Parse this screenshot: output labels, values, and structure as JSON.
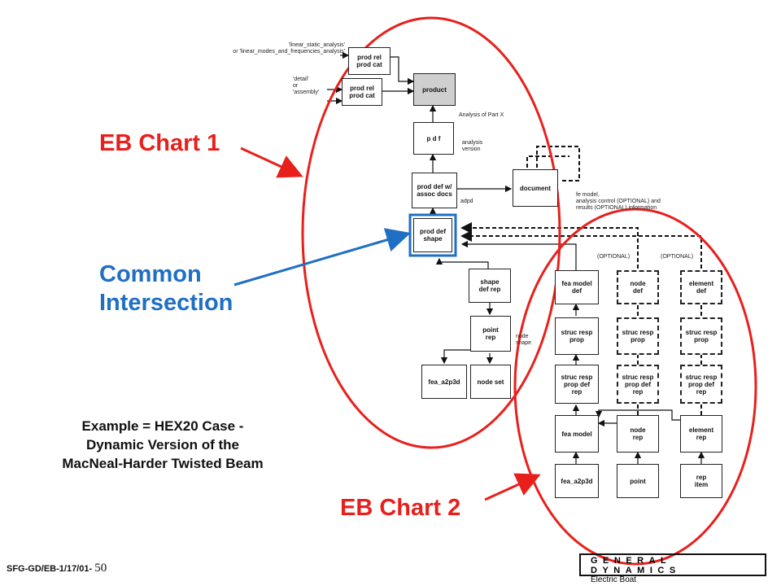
{
  "callouts": {
    "eb_chart_1": "EB Chart 1",
    "eb_chart_2": "EB Chart 2",
    "common_intersection": "Common\nIntersection"
  },
  "caption": "Example = HEX20 Case -\nDynamic Version of the\nMacNeal-Harder Twisted Beam",
  "footer": {
    "doc_id": "SFG-GD/EB-1/17/01-",
    "page": "50"
  },
  "logo": {
    "main": "GENERAL DYNAMICS",
    "sub": "Electric Boat"
  },
  "diagram": {
    "notes": {
      "analysis_type": "'linear_static_analysis'\nor 'linear_modes_and_frequencies_analysis'",
      "detail_assembly": "'detail'\nor\n'assembly'",
      "analysis_of_part": "Analysis of Part X",
      "analysis_version": "analysis\nversion",
      "adpd": "adpd",
      "fe_model_info": "fe model,\nanalysis control (OPTIONAL) and\nresults (OPTIONAL) information",
      "optional_1": "(OPTIONAL)",
      "optional_2": "(OPTIONAL)",
      "node_shape": "node\nshape"
    },
    "boxes": {
      "prod_rel_prod_cat_1": "prod rel\nprod cat",
      "prod_rel_prod_cat_2": "prod rel\nprod cat",
      "product": "product",
      "pdf": "p d f",
      "prod_def_assoc_docs": "prod def w/\nassoc docs",
      "document": "document",
      "prod_def_shape": "prod def\nshape",
      "shape_def_rep": "shape\ndef rep",
      "point_rep": "point\nrep",
      "fea_a2p3d_1": "fea_a2p3d",
      "node_set": "node set",
      "fea_model_def": "fea model\ndef",
      "node_def": "node\ndef",
      "element_def": "element\ndef",
      "struc_resp_prop_1": "struc resp\nprop",
      "struc_resp_prop_2": "struc resp\nprop",
      "struc_resp_prop_3": "struc resp\nprop",
      "struc_resp_prop_def_rep_1": "struc resp\nprop def\nrep",
      "struc_resp_prop_def_rep_2": "struc resp\nprop def\nrep",
      "struc_resp_prop_def_rep_3": "struc resp\nprop def\nrep",
      "fea_model": "fea model",
      "node_rep": "node\nrep",
      "element_rep": "element\nrep",
      "fea_a2p3d_2": "fea_a2p3d",
      "point": "point",
      "rep_item": "rep\nitem"
    }
  },
  "colors": {
    "callout_red": "#e8201c",
    "callout_blue": "#1f6fc4",
    "box_highlight": "#1f6fc4"
  }
}
